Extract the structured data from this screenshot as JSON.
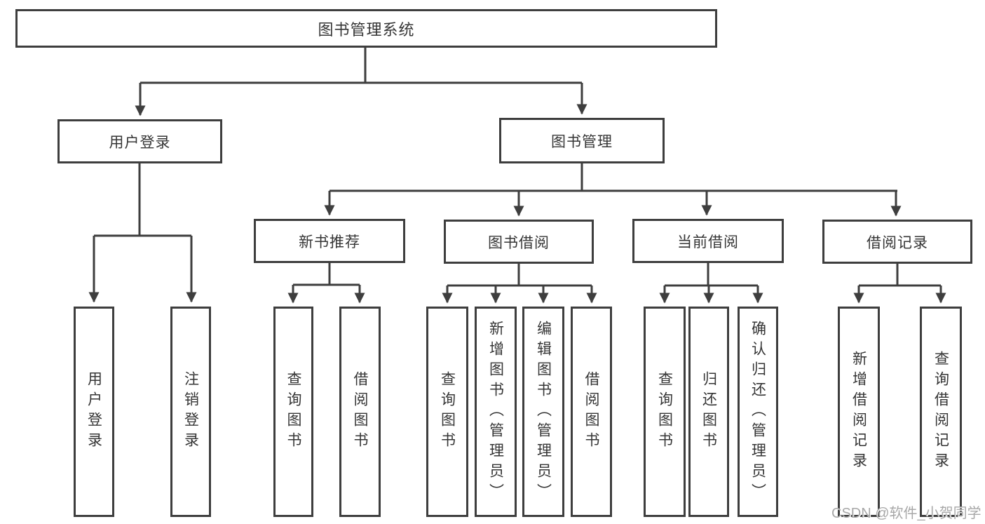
{
  "diagram": {
    "root": {
      "label": "图书管理系统"
    },
    "level2": [
      {
        "label": "用户登录"
      },
      {
        "label": "图书管理"
      }
    ],
    "level3": [
      {
        "label": "新书推荐"
      },
      {
        "label": "图书借阅"
      },
      {
        "label": "当前借阅"
      },
      {
        "label": "借阅记录"
      }
    ],
    "leaves": [
      {
        "label": "用户登录"
      },
      {
        "label": "注销登录"
      },
      {
        "label": "查询图书"
      },
      {
        "label": "借阅图书"
      },
      {
        "label": "查询图书"
      },
      {
        "label": "新增图书（管理员）"
      },
      {
        "label": "编辑图书（管理员）"
      },
      {
        "label": "借阅图书"
      },
      {
        "label": "查询图书"
      },
      {
        "label": "归还图书"
      },
      {
        "label": "确认归还（管理员）"
      },
      {
        "label": "新增借阅记录"
      },
      {
        "label": "查询借阅记录"
      }
    ]
  },
  "watermark": {
    "text": "CSDN @软件_小贺同学"
  },
  "colors": {
    "line": "#3e3e3e",
    "text": "#353535",
    "watermark": "#a8a8a8",
    "background": "#ffffff"
  }
}
